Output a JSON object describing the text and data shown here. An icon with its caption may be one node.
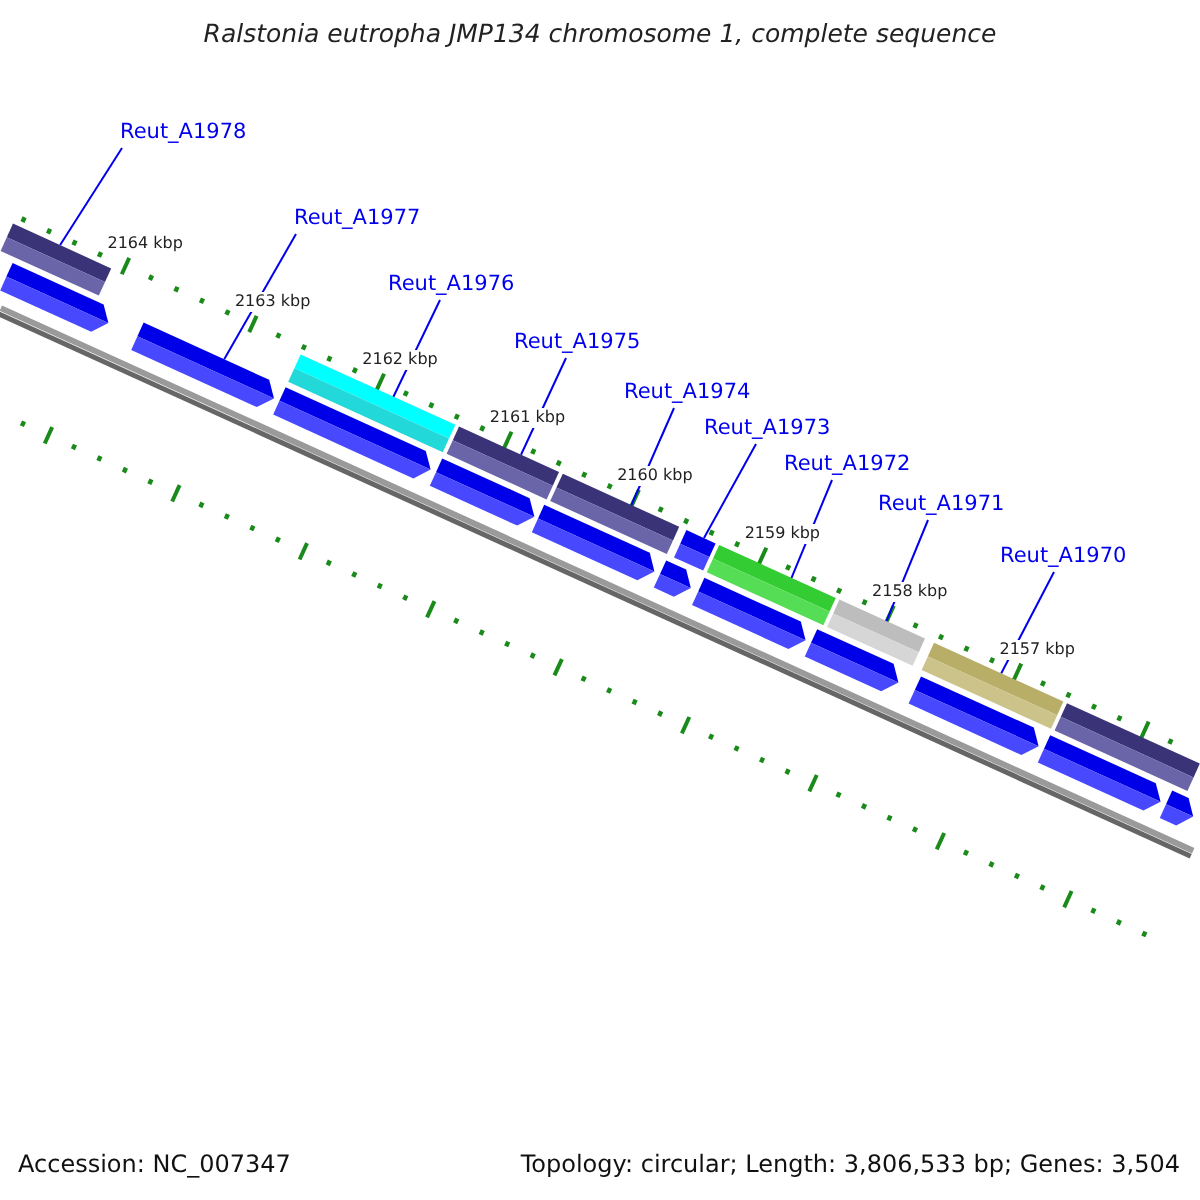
{
  "diagram": {
    "title": "Ralstonia eutropha JMP134 chromosome 1, complete sequence",
    "nodes": [
      {
        "text": [
          "Reut_A1978"
        ]
      },
      {
        "text": [
          "Reut_A1977"
        ]
      },
      {
        "text": [
          "Reut_A1976"
        ]
      },
      {
        "text": [
          "Reut_A1975"
        ]
      },
      {
        "text": [
          "Reut_A1974"
        ]
      },
      {
        "text": [
          "Reut_A1973"
        ]
      },
      {
        "text": [
          "Reut_A1972"
        ]
      },
      {
        "text": [
          "Reut_A1971"
        ]
      },
      {
        "text": [
          "Reut_A1970"
        ]
      },
      {
        "text": [],
        "shape": "bar"
      },
      {
        "text": [],
        "shape": "bar"
      },
      {
        "text": [],
        "shape": "bar"
      },
      {
        "text": [],
        "shape": "bar"
      },
      {
        "text": [],
        "shape": "bar"
      },
      {
        "text": [],
        "shape": "bar"
      },
      {
        "text": [],
        "shape": "bar"
      },
      {
        "text": [],
        "shape": "bar"
      },
      {
        "text": [],
        "shape": "bar"
      },
      {
        "text": [],
        "shape": "bar"
      },
      {
        "text": [],
        "shape": "bar"
      },
      {
        "text": [],
        "shape": "bar"
      },
      {
        "text": [],
        "shape": "bar"
      },
      {
        "text": [],
        "shape": "bar"
      },
      {
        "text": [],
        "shape": "bar"
      },
      {
        "text": [],
        "shape": "bar"
      },
      {
        "text": [],
        "shape": "bar"
      },
      {
        "text": [],
        "shape": "bar"
      },
      {
        "text": [],
        "shape": "bar"
      },
      {
        "text": [],
        "shape": "bar"
      }
    ],
    "edges": [
      {
        "from": 0,
        "to": 9,
        "arrow": "none"
      },
      {
        "from": 1,
        "to": 11,
        "arrow": "none"
      },
      {
        "from": 2,
        "to": 12,
        "arrow": "none"
      },
      {
        "from": 3,
        "to": 15,
        "arrow": "none"
      },
      {
        "from": 4,
        "to": 17,
        "arrow": "none"
      },
      {
        "from": 5,
        "to": 19,
        "arrow": "none"
      },
      {
        "from": 6,
        "to": 20,
        "arrow": "none"
      },
      {
        "from": 7,
        "to": 23,
        "arrow": "none"
      },
      {
        "from": 8,
        "to": 24,
        "arrow": "none"
      }
    ],
    "labels": [
      "2164 kbp",
      "2163 kbp",
      "2162 kbp",
      "2161 kbp",
      "2160 kbp",
      "2159 kbp",
      "2158 kbp",
      "2157 kbp",
      "Accession: NC_007347",
      "Topology: circular; Length: 3,806,533 bp; Genes: 3,504"
    ]
  }
}
